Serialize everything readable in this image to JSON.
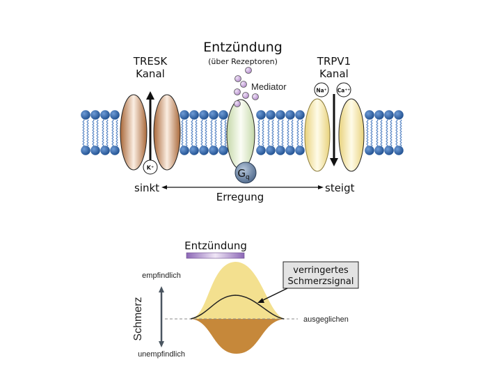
{
  "top_diagram": {
    "title": "Entzündung",
    "subtitle": "(über Rezeptoren)",
    "tresk": {
      "line1": "TRESK",
      "line2": "Kanal",
      "ion": "K⁺"
    },
    "trpv1": {
      "line1": "TRPV1",
      "line2": "Kanal",
      "ion_na": "Na⁺",
      "ion_ca": "Ca⁺⁺"
    },
    "mediator_label": "Mediator",
    "gq_label_main": "G",
    "gq_label_sub": "q",
    "excitation": {
      "left": "sinkt",
      "right": "steigt",
      "label": "Erregung"
    },
    "colors": {
      "lipid_head": "#2d5f9e",
      "lipid_tail": "#4a7cc0",
      "tresk": "#b87a46",
      "receptor": "#d9e6c2",
      "trpv1": "#ecd98a",
      "mediator": "#c8a8d8",
      "gq": "#6f88a8"
    }
  },
  "bottom_diagram": {
    "bar_label": "Entzündung",
    "callout": {
      "line1": "verringertes",
      "line2": "Schmerzsignal"
    },
    "axis_title": "Schmerz",
    "top_label": "empfindlich",
    "bottom_label": "unempfindlich",
    "baseline_label": "ausgeglichen",
    "colors": {
      "sensitized": "#f3e08f",
      "desensitized": "#c6883a",
      "bar": "#9b78c0",
      "callout_bg": "#e3e3e3"
    }
  }
}
